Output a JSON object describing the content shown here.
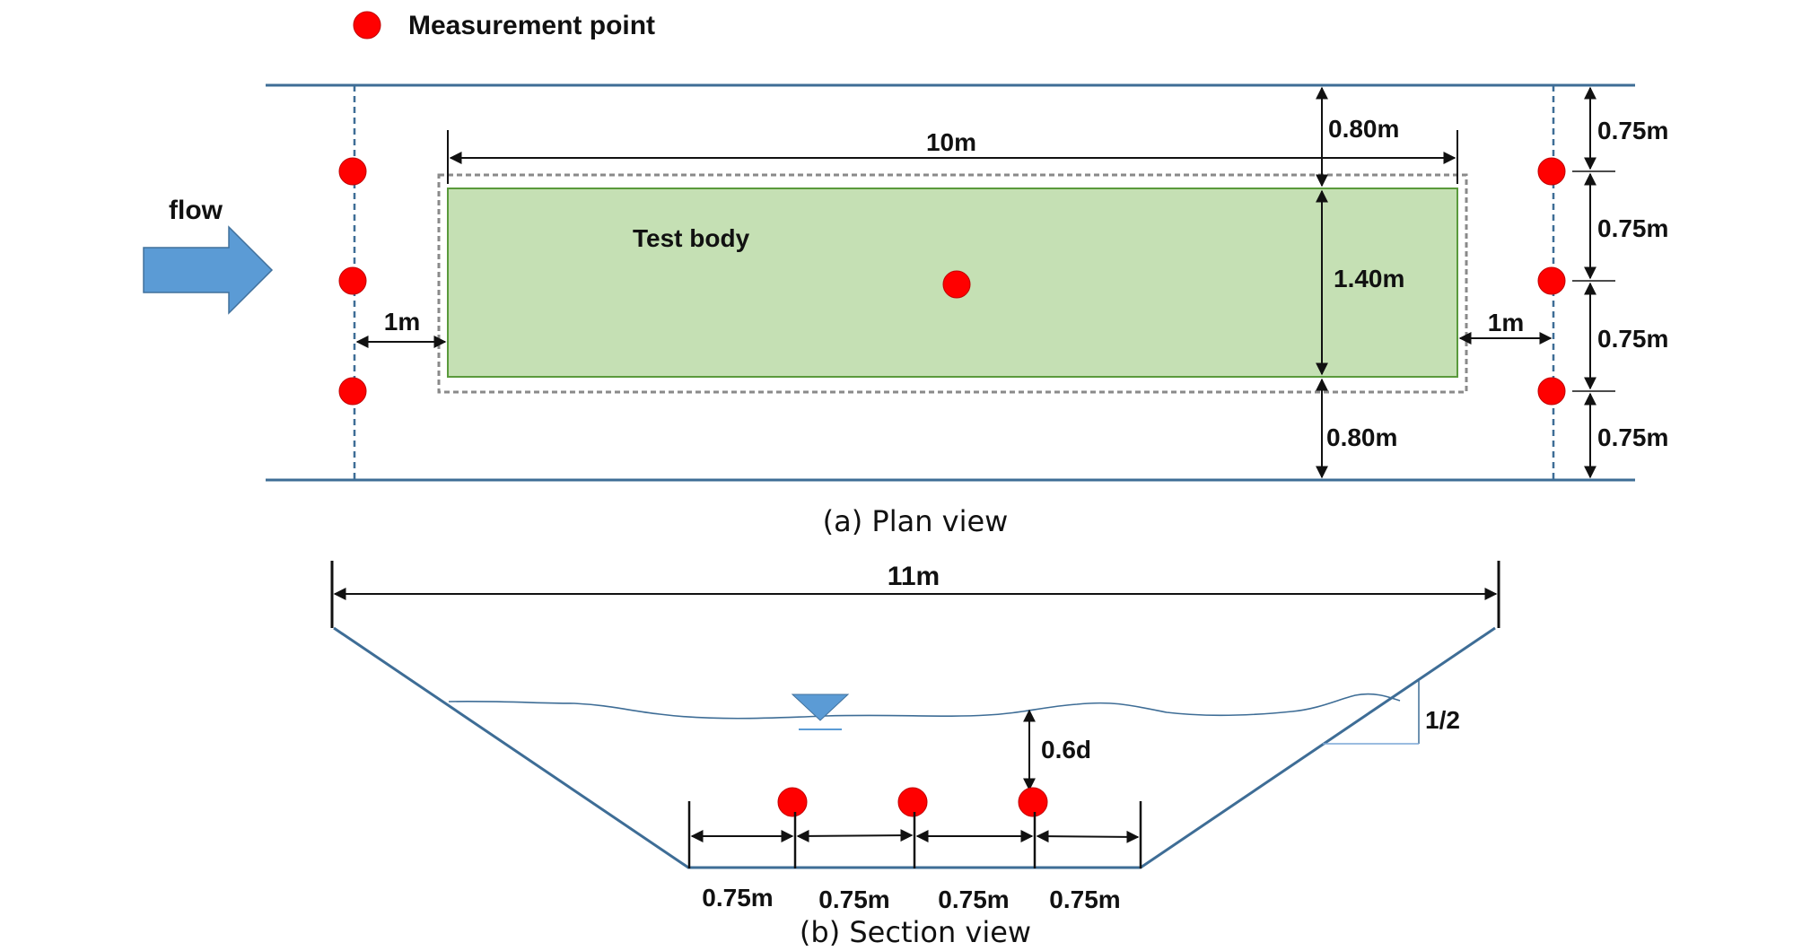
{
  "legend": {
    "marker_label": "Measurement point",
    "marker_color": "#ff0000"
  },
  "plan_view": {
    "caption": "(a) Plan view",
    "flow_label": "flow",
    "test_body_label": "Test body",
    "dim_length": "10m",
    "dim_width": "1.40m",
    "dim_gap_top": "0.80m",
    "dim_gap_bottom": "0.80m",
    "dim_upstream": "1m",
    "dim_downstream": "1m",
    "dim_spacing": [
      "0.75m",
      "0.75m",
      "0.75m",
      "0.75m"
    ],
    "colors": {
      "channel": "#3e6d96",
      "test_body_fill": "#c5e0b4",
      "test_body_edge": "#5a9a3c",
      "arrow": "#5b9bd5"
    }
  },
  "section_view": {
    "caption": "(b) Section view",
    "dim_top_width": "11m",
    "dim_depth": "0.6d",
    "dim_slope": "1/2",
    "dim_spacing": [
      "0.75m",
      "0.75m",
      "0.75m",
      "0.75m"
    ],
    "colors": {
      "bank": "#3e6d96",
      "water_symbol": "#5b9bd5"
    }
  }
}
